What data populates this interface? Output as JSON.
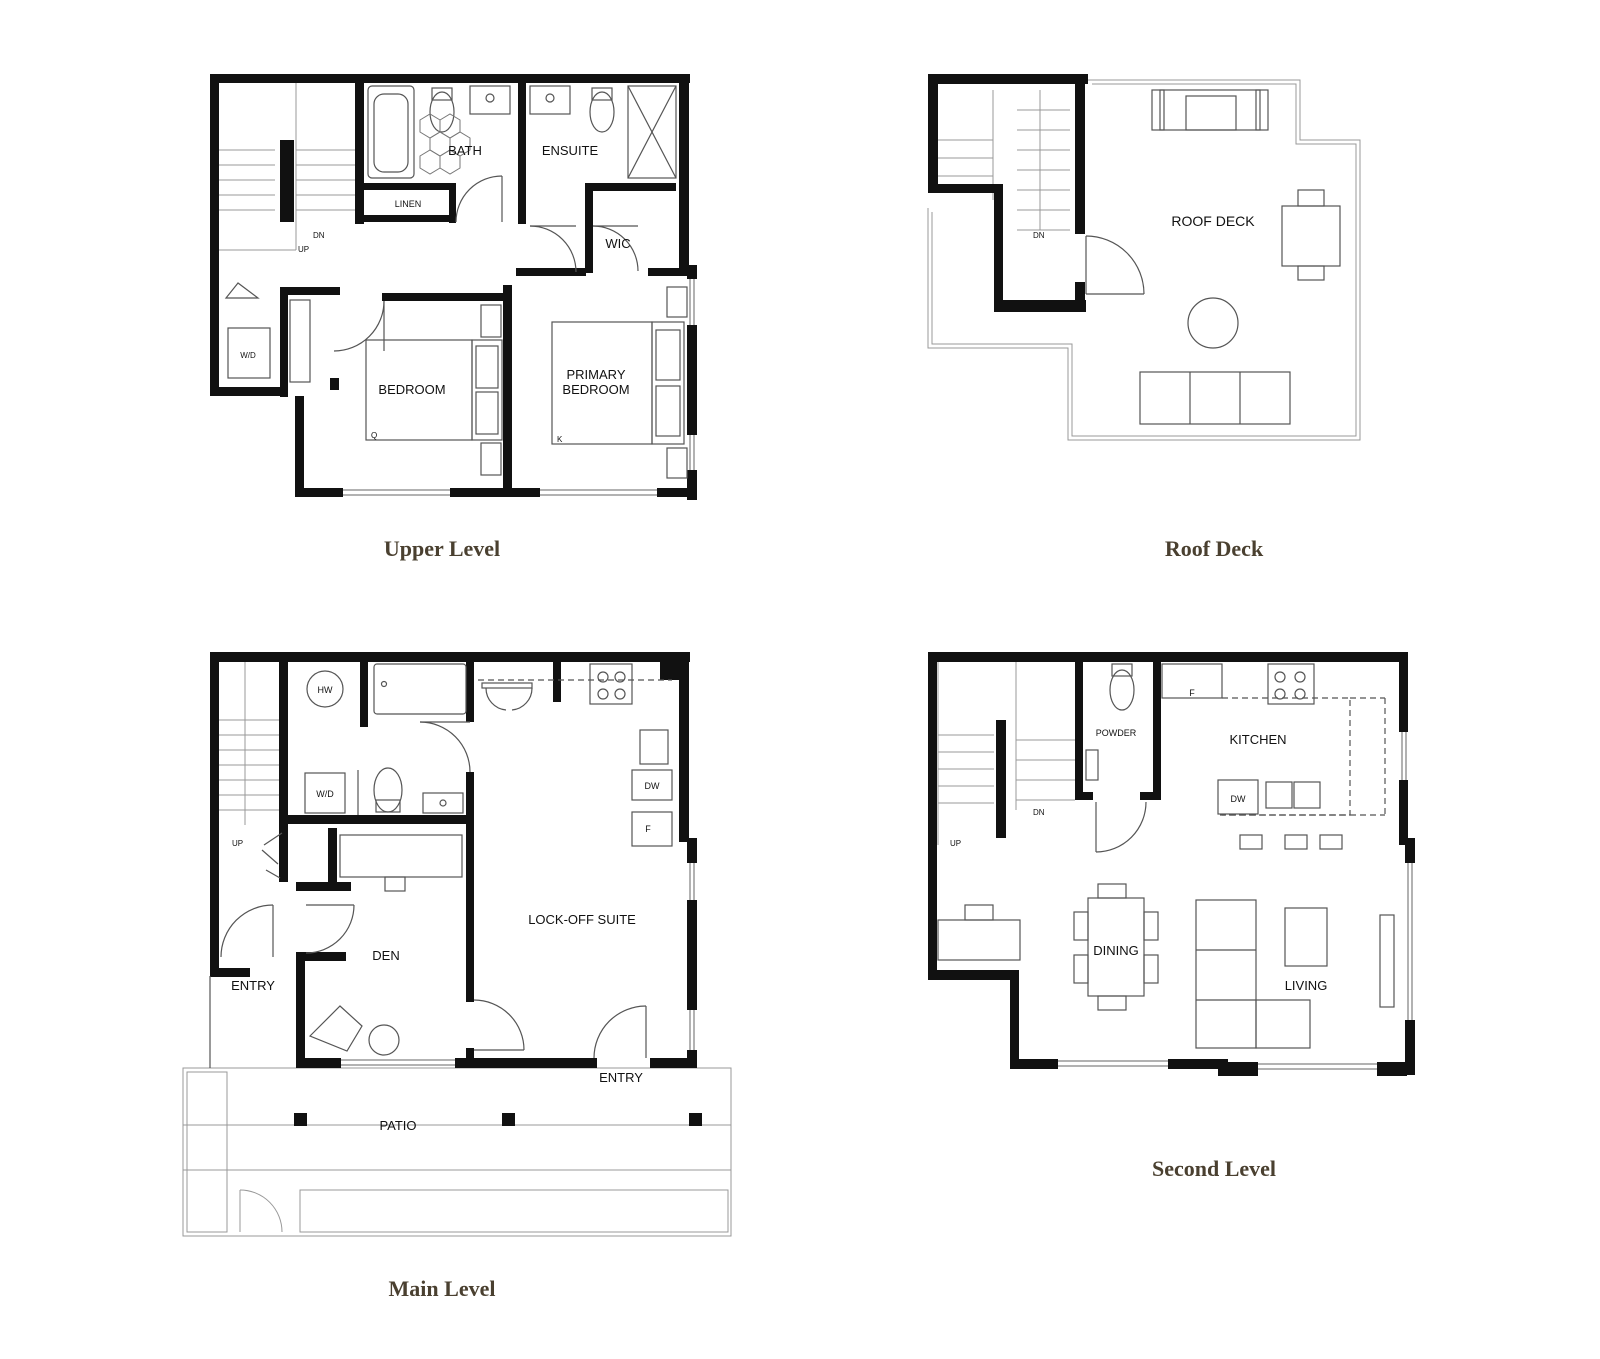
{
  "colors": {
    "wall": "#111111",
    "line": "#555555",
    "light": "#bbbbbb",
    "caption": "#4a4030"
  },
  "levels": {
    "upper": {
      "caption": "Upper Level",
      "labels": {
        "bath": "BATH",
        "ensuite": "ENSUITE",
        "linen": "LINEN",
        "wic": "WIC",
        "bedroom": "BEDROOM",
        "primary_bedroom_1": "PRIMARY",
        "primary_bedroom_2": "BEDROOM",
        "wd": "W/D",
        "dn": "DN",
        "up": "UP",
        "q": "Q",
        "k": "K"
      }
    },
    "roof": {
      "caption": "Roof Deck",
      "labels": {
        "roof_deck": "ROOF DECK",
        "dn": "DN"
      }
    },
    "main": {
      "caption": "Main Level",
      "labels": {
        "hw": "HW",
        "wd": "W/D",
        "dw": "DW",
        "f": "F",
        "up": "UP",
        "lockoff": "LOCK-OFF SUITE",
        "den": "DEN",
        "entry_left": "ENTRY",
        "entry_right": "ENTRY",
        "patio": "PATIO"
      }
    },
    "second": {
      "caption": "Second Level",
      "labels": {
        "powder": "POWDER",
        "kitchen": "KITCHEN",
        "f": "F",
        "dw": "DW",
        "dn": "DN",
        "up": "UP",
        "dining": "DINING",
        "living": "LIVING"
      }
    }
  }
}
